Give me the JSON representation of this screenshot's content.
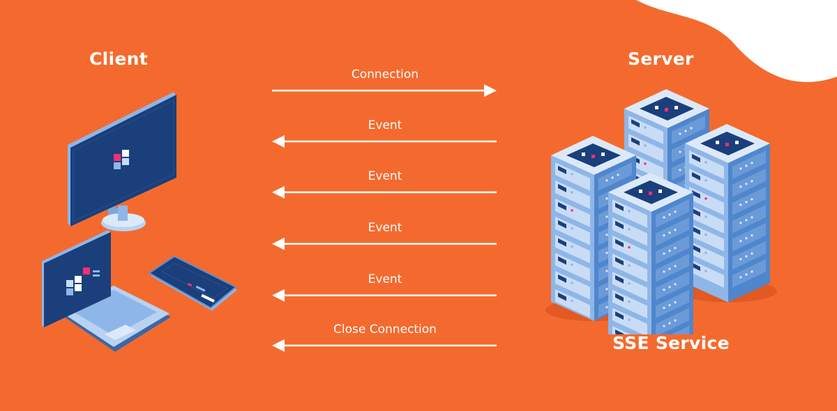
{
  "client": {
    "title": "Client"
  },
  "server": {
    "title": "Server",
    "service_label": "SSE Service"
  },
  "messages": [
    {
      "label": "Connection",
      "direction": "client-to-server"
    },
    {
      "label": "Event",
      "direction": "server-to-client"
    },
    {
      "label": "Event",
      "direction": "server-to-client"
    },
    {
      "label": "Event",
      "direction": "server-to-client"
    },
    {
      "label": "Event",
      "direction": "server-to-client"
    },
    {
      "label": "Close Connection",
      "direction": "server-to-client"
    }
  ],
  "colors": {
    "background": "#f46a2e",
    "accent": "#ff2d78",
    "device_dark": "#1b3f7a",
    "device_light": "#8fb6e8",
    "server_body": "#4f86cc"
  },
  "icons": [
    "desktop-monitor-icon",
    "laptop-icon",
    "smartphone-icon",
    "server-rack-icon"
  ]
}
